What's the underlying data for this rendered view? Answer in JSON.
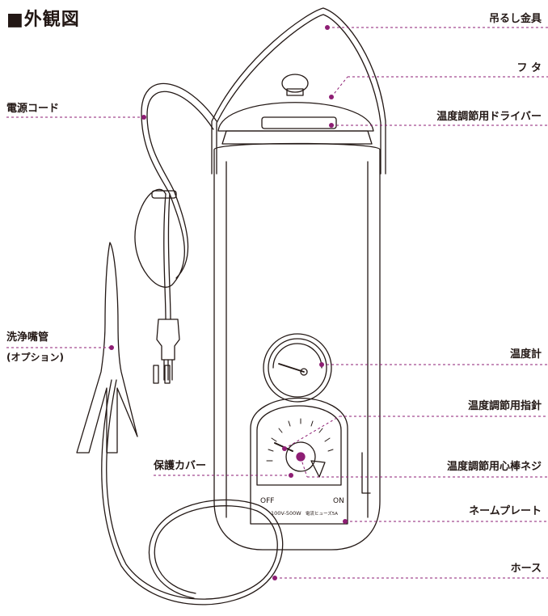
{
  "title": "■外観図",
  "labels": {
    "hanger": "吊るし金具",
    "lid": "フ タ",
    "power_cord": "電源コード",
    "driver": "温度調節用ドライバー",
    "nozzle": "洗浄嘴管",
    "nozzle_option": "(オプション)",
    "thermometer": "温度計",
    "pointer": "温度調節用指針",
    "cover": "保護カバー",
    "screw": "温度調節用心棒ネジ",
    "nameplate": "ネームプレート",
    "hose": "ホース"
  },
  "panel": {
    "off": "OFF",
    "on": "ON",
    "rating": "100V-500W",
    "fuse": "電流ヒューズ5A"
  },
  "colors": {
    "leader": "#8e1e74",
    "line": "#231815"
  }
}
